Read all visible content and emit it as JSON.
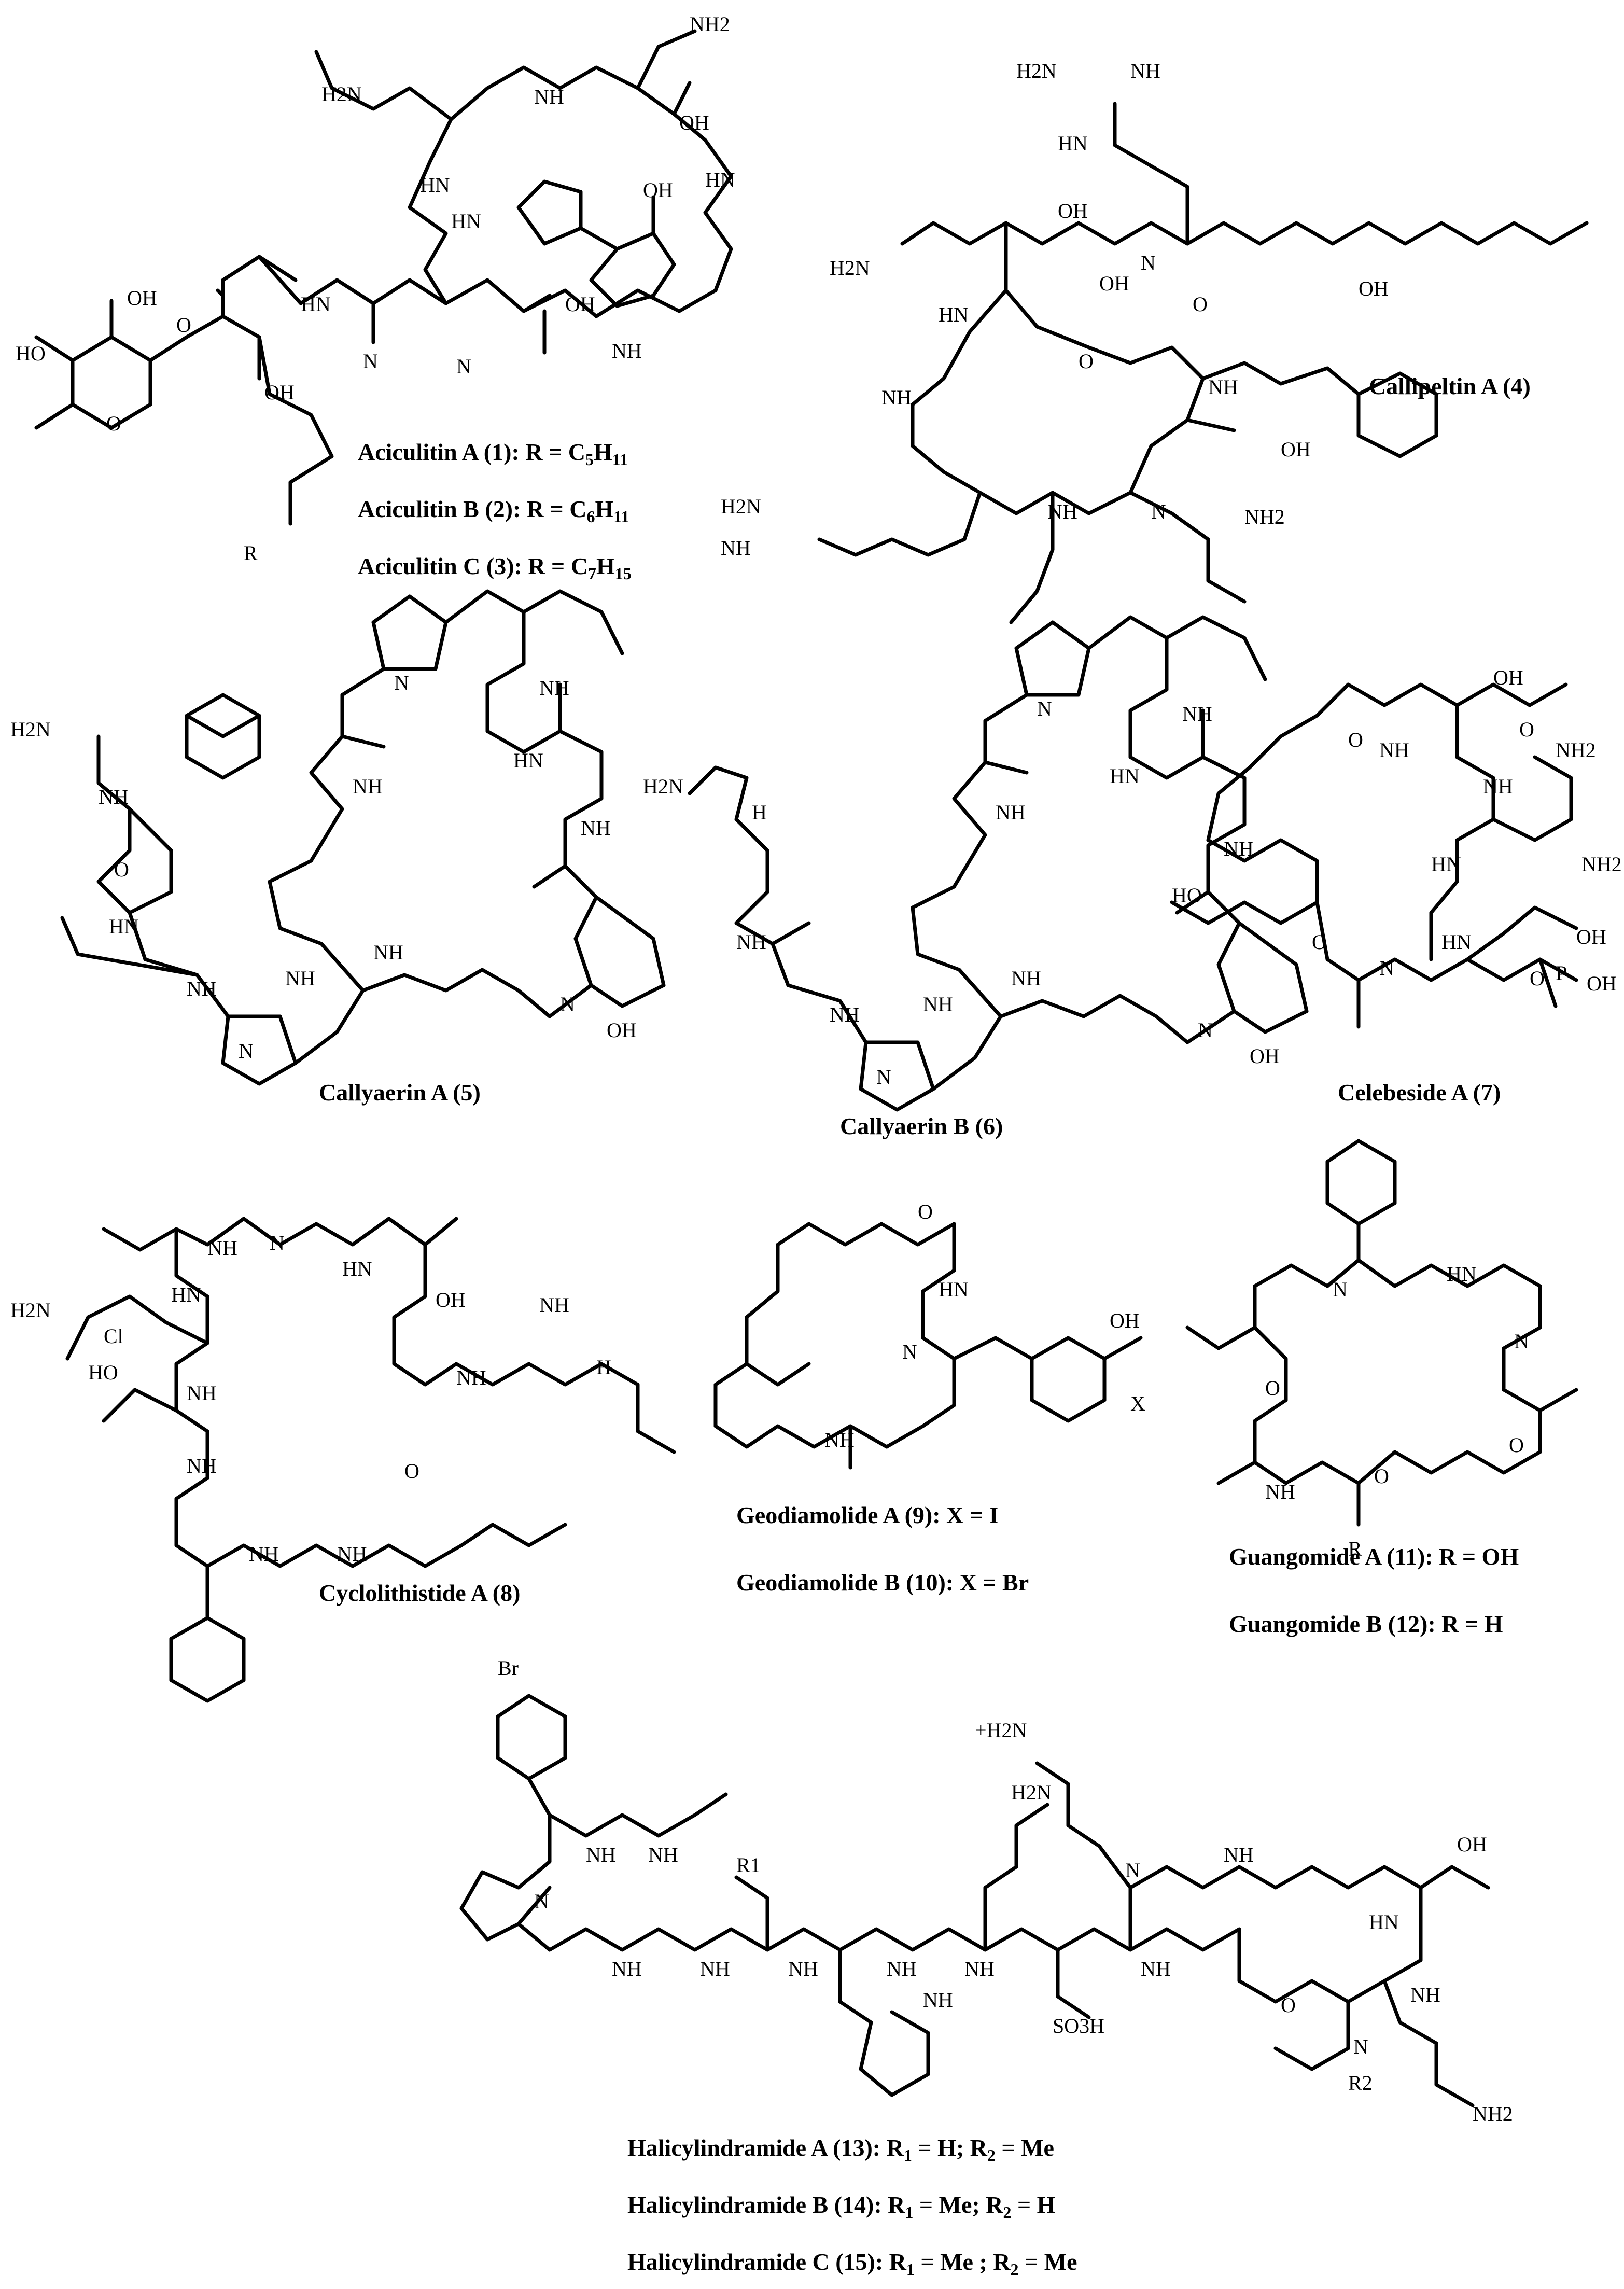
{
  "compounds": [
    {
      "id": "aciculitin",
      "captions": [
        {
          "label": "Aciculitin A (1): R = C",
          "sub": "5",
          "tail": "H",
          "sub2": "11"
        },
        {
          "label": "Aciculitin B (2): R = C",
          "sub": "6",
          "tail": "H",
          "sub2": "11"
        },
        {
          "label": "Aciculitin C (3): R = C",
          "sub": "7",
          "tail": "H",
          "sub2": "15"
        }
      ]
    },
    {
      "id": "callipeltin",
      "captions": [
        {
          "label": "Callipeltin A (4)"
        }
      ]
    },
    {
      "id": "callyaerin-a",
      "captions": [
        {
          "label": "Callyaerin A (5)"
        }
      ]
    },
    {
      "id": "callyaerin-b",
      "captions": [
        {
          "label": "Callyaerin B (6)"
        }
      ]
    },
    {
      "id": "celebeside",
      "captions": [
        {
          "label": "Celebeside A (7)"
        }
      ]
    },
    {
      "id": "cyclolithistide",
      "captions": [
        {
          "label": "Cyclolithistide A (8)"
        }
      ]
    },
    {
      "id": "geodiamolide",
      "captions": [
        {
          "label": "Geodiamolide A (9): X = I"
        },
        {
          "label": "Geodiamolide B (10): X = Br"
        }
      ]
    },
    {
      "id": "guangomide",
      "captions": [
        {
          "label": "Guangomide A (11): R = OH"
        },
        {
          "label": "Guangomide B (12): R = H"
        }
      ]
    },
    {
      "id": "halicylindramide",
      "captions": [
        {
          "label": "Halicylindramide A (13): R",
          "s1": "1",
          "mid": " = H; R",
          "s2": "2",
          "end": " = Me"
        },
        {
          "label": "Halicylindramide B (14): R",
          "s1": "1",
          "mid": " = Me; R",
          "s2": "2",
          "end": " = H"
        },
        {
          "label": "Halicylindramide C (15): R",
          "s1": "1",
          "mid": " = Me ; R",
          "s2": "2",
          "end": " = Me"
        }
      ]
    }
  ],
  "atom_labels": {
    "nh2": "NH2",
    "h2n": "H2N",
    "nh": "NH",
    "hn": "HN",
    "n": "N",
    "o": "O",
    "oh": "OH",
    "ho": "HO",
    "r": "R",
    "x": "X",
    "cl": "Cl",
    "br": "Br",
    "h": "H",
    "sulfo": "SO3H",
    "ome": "O",
    "guan_plus": "+H2N",
    "p": "P",
    "r1": "R1",
    "r2": "R2"
  }
}
